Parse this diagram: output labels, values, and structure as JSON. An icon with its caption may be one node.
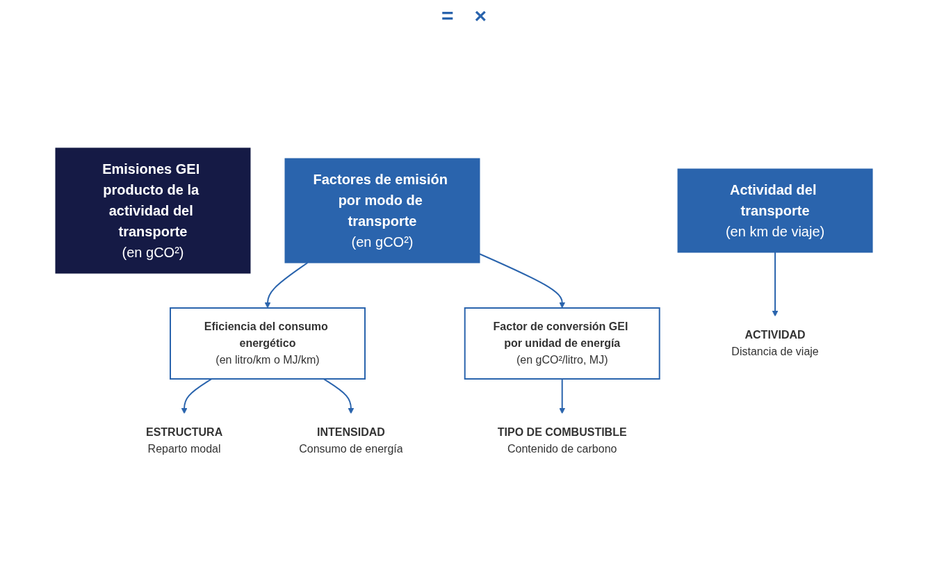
{
  "diagram": {
    "nodes": [
      {
        "text": [
          "Emisiones GEI producto de la actividad del transporte",
          "(en gCO²)"
        ]
      },
      {
        "text": [
          "Actividad del transporte",
          "(en km de viaje)"
        ]
      },
      {
        "text": [
          "Factores de emisión por modo de transporte",
          "(en gCO²)"
        ]
      },
      {
        "text": [
          "Eficiencia del consumo energético",
          "(en litro/km o MJ/km)"
        ]
      },
      {
        "text": [
          "Factor de conversión GEI por unidad de energía",
          "(en gCO²/litro, MJ)"
        ]
      },
      {
        "text": [
          "ACTIVIDAD",
          "Distancia de viaje"
        ]
      },
      {
        "text": [
          "ESTRUCTURA",
          "Reparto modal"
        ]
      },
      {
        "text": [
          "INTENSIDAD",
          "Consumo de energía"
        ]
      },
      {
        "text": [
          "TIPO DE COMBUSTIBLE",
          "Contenido de carbono"
        ]
      }
    ],
    "edges": [
      {
        "from": 1,
        "to": 5,
        "arrow": "to"
      },
      {
        "from": 2,
        "to": 3,
        "arrow": "to"
      },
      {
        "from": 2,
        "to": 4,
        "arrow": "to"
      },
      {
        "from": 3,
        "to": 6,
        "arrow": "to"
      },
      {
        "from": 3,
        "to": 7,
        "arrow": "to"
      },
      {
        "from": 4,
        "to": 8,
        "arrow": "to"
      }
    ],
    "labels": [
      "=",
      "×"
    ]
  }
}
